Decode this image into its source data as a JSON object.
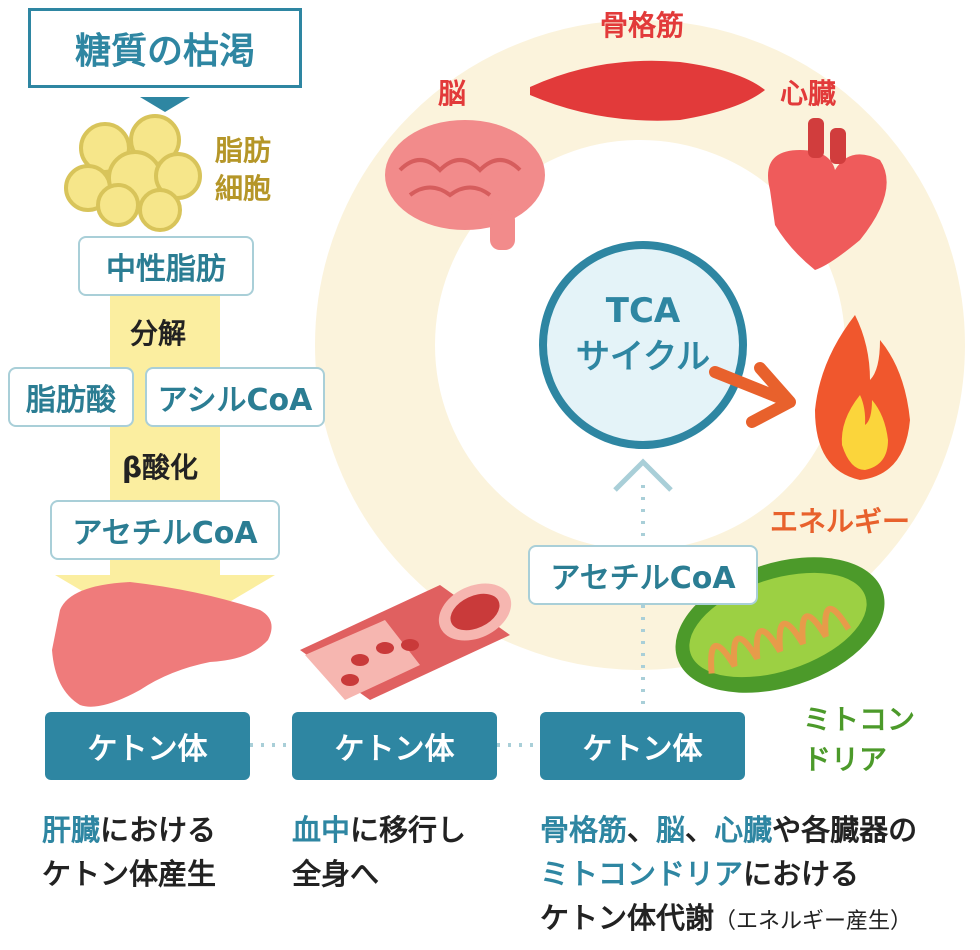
{
  "title": "糖質の枯渇",
  "fat_cell_label": [
    "脂肪",
    "細胞"
  ],
  "neutral_fat": "中性脂肪",
  "step_decompose": "分解",
  "fatty_acid": "脂肪酸",
  "acyl_coa": "アシルCoA",
  "beta_oxidation": "β酸化",
  "acetyl_coa_left": "アセチルCoA",
  "acetyl_coa_right": "アセチルCoA",
  "organs": {
    "muscle": "骨格筋",
    "brain": "脳",
    "heart": "心臓"
  },
  "tca": {
    "line1": "TCA",
    "line2": "サイクル"
  },
  "energy": "エネルギー",
  "mito": [
    "ミトコン",
    "ドリア"
  ],
  "ketone_boxes": [
    "ケトン体",
    "ケトン体",
    "ケトン体"
  ],
  "captions": {
    "liver": {
      "hl": "肝臓",
      "rest1": "における",
      "line2": "ケトン体産生"
    },
    "blood": {
      "hl": "血中",
      "rest1": "に移行し",
      "line2": "全身へ"
    },
    "organs": {
      "hl1": "骨格筋",
      "sep1": "、",
      "hl2": "脳",
      "sep2": "、",
      "hl3": "心臓",
      "rest1": "や各臓器の",
      "hl4": "ミトコンドリア",
      "rest2": "における",
      "line3": "ケトン体代謝",
      "small": "（エネルギー産生）"
    }
  },
  "colors": {
    "teal": "#2e86a2",
    "ring": "#fbf3dc",
    "orange": "#e8612c",
    "green": "#5a9a2a",
    "gold": "#b59628"
  }
}
